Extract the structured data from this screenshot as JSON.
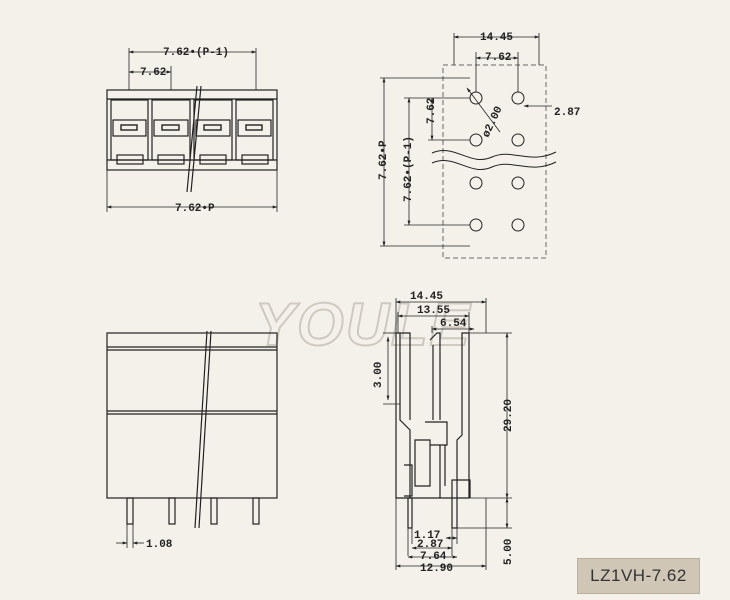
{
  "watermark": "YOULE",
  "model_label": "LZ1VH-7.62",
  "top_view": {
    "dims": {
      "pitch_p_minus_1": "7.62•(P-1)",
      "pitch": "7.62",
      "total": "7.62•P"
    }
  },
  "pcb_layout": {
    "dims": {
      "width": "14.45",
      "pitch_h": "7.62",
      "offset": "2.87",
      "pitch_v": "7.62",
      "total_v": "7.62•P",
      "total_v_minus_1": "7.62•(P-1)",
      "hole": "ø2.00"
    }
  },
  "front_view": {
    "dims": {
      "pin": "1.08"
    }
  },
  "side_view": {
    "dims": {
      "top_width": "14.45",
      "width2": "13.55",
      "width3": "6.54",
      "step": "3.00",
      "height": "29.20",
      "pin_len": "5.00",
      "b1": "1.17",
      "b2": "2.87",
      "b3": "7.64",
      "b4": "12.90"
    }
  }
}
